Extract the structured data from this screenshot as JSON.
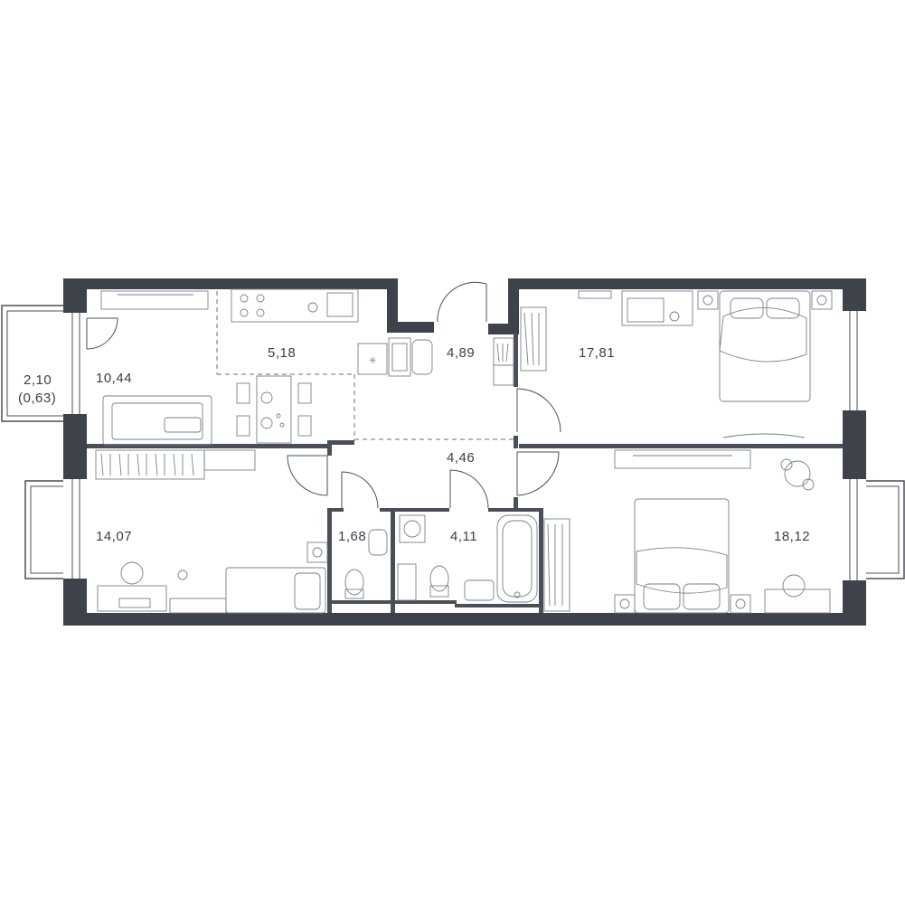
{
  "rooms": {
    "balcony": {
      "area": "2,10",
      "area_reduced": "(0,63)"
    },
    "kitchen_living": {
      "area": "10,44"
    },
    "kitchen_zone": {
      "area": "5,18"
    },
    "entrance": {
      "area": "4,89"
    },
    "bedroom_top_right": {
      "area": "17,81"
    },
    "hallway": {
      "area": "4,46"
    },
    "bedroom_left": {
      "area": "14,07"
    },
    "wc": {
      "area": "1,68"
    },
    "bathroom": {
      "area": "4,11"
    },
    "bedroom_bottom_right": {
      "area": "18,12"
    }
  },
  "colors": {
    "wall": "#3e434b",
    "line": "#4a4f57",
    "furniture": "#7a7f86"
  }
}
